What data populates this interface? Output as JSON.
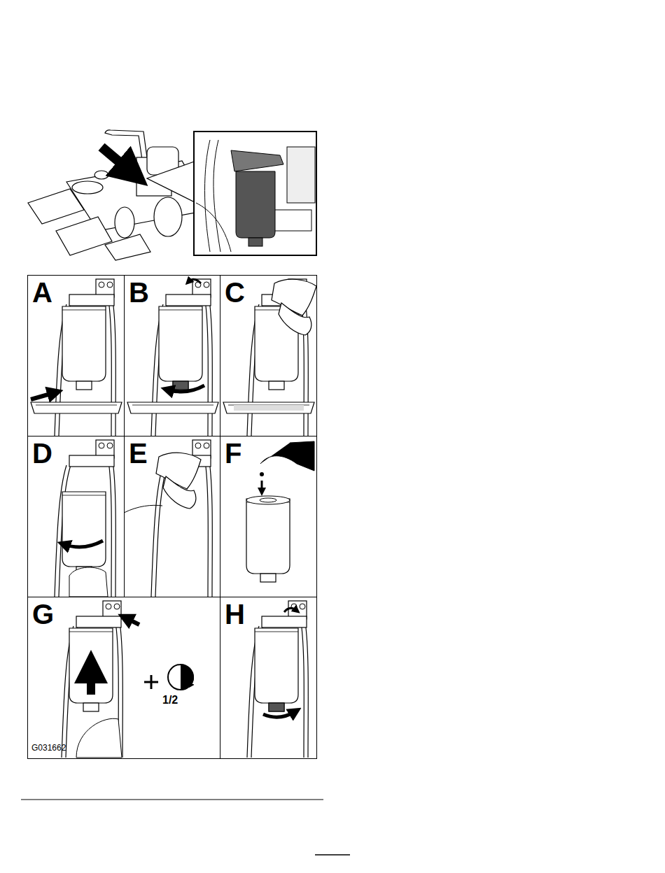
{
  "diagram": {
    "nodes": [
      {
        "text": [
          "A"
        ]
      },
      {
        "text": [
          "B"
        ]
      },
      {
        "text": [
          "C"
        ]
      },
      {
        "text": [
          "D"
        ]
      },
      {
        "text": [
          "E"
        ]
      },
      {
        "text": [
          "F"
        ]
      },
      {
        "text": [
          "G"
        ]
      },
      {
        "text": [
          "H"
        ]
      }
    ],
    "labels": [
      "1/2",
      "G031662"
    ]
  }
}
